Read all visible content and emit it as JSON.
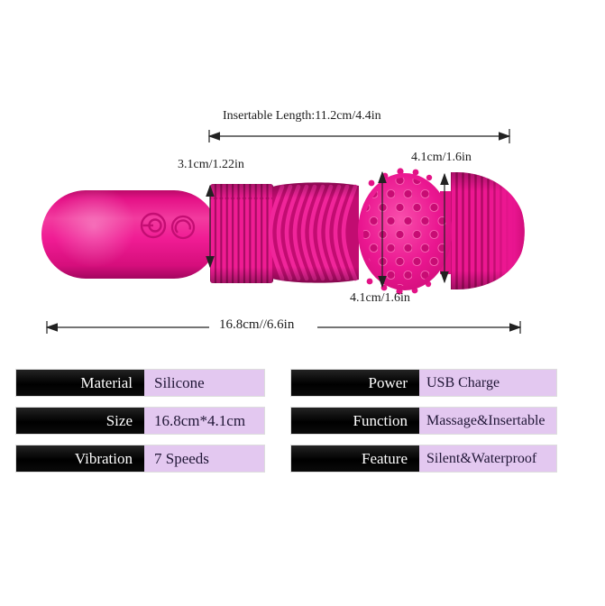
{
  "figure": {
    "insertable_length_label": "Insertable Length:11.2cm/4.4in",
    "handle_diameter_label": "3.1cm/1.22in",
    "head_diameter_label": "4.1cm/1.6in",
    "bulb_diameter_label": "4.1cm/1.6in",
    "total_length_label": "16.8cm//6.6in"
  },
  "specs": {
    "left": [
      {
        "label": "Material",
        "value": "Silicone"
      },
      {
        "label": "Size",
        "value": "16.8cm*4.1cm"
      },
      {
        "label": "Vibration",
        "value": "7 Speeds"
      }
    ],
    "right": [
      {
        "label": "Power",
        "value": "USB Charge"
      },
      {
        "label": "Function",
        "value": "Massage&Insertable"
      },
      {
        "label": "Feature",
        "value": "Silent&Waterproof"
      }
    ]
  },
  "colors": {
    "product_pink": "#EC1390",
    "product_dark": "#C40D73",
    "table_label_bg": "#0B0B0B",
    "table_value_bg": "#E3C8F0",
    "annotation_text": "#1C1C1C"
  }
}
